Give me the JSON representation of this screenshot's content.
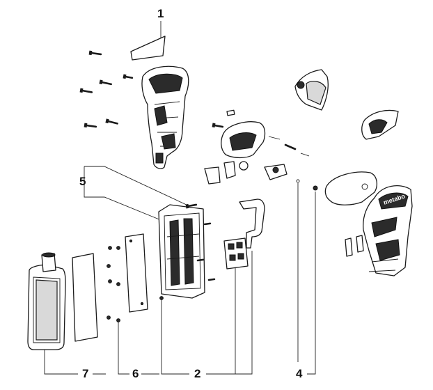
{
  "callouts": [
    {
      "id": "1",
      "label": "1"
    },
    {
      "id": "2",
      "label": "2"
    },
    {
      "id": "4",
      "label": "4"
    },
    {
      "id": "5",
      "label": "5"
    },
    {
      "id": "6",
      "label": "6"
    },
    {
      "id": "7",
      "label": "7"
    }
  ],
  "brand_mark": "metabo",
  "colors": {
    "line": "#1a1a1a",
    "background": "#ffffff",
    "shade": "#d9d9d9"
  }
}
